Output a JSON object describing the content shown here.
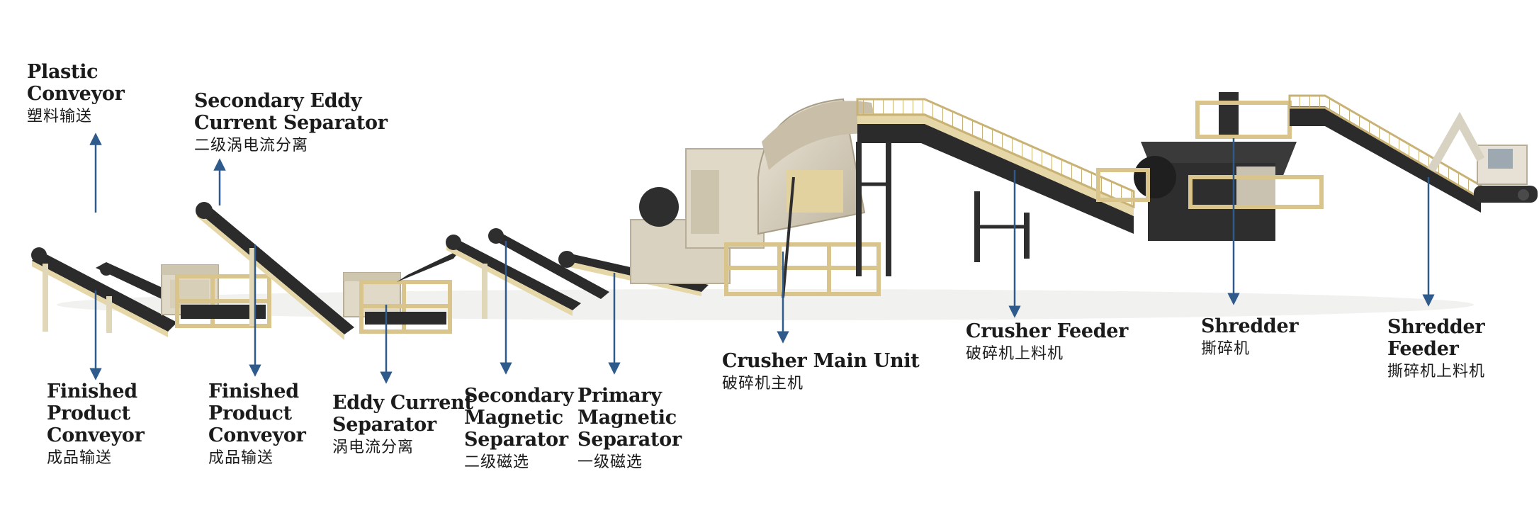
{
  "diagram": {
    "labels": [
      {
        "id": "plastic-conveyor",
        "en": "Plastic\nConveyor",
        "zh": "塑料输送"
      },
      {
        "id": "secondary-eddy-current-separator",
        "en": "Secondary Eddy\nCurrent Separator",
        "zh": "二级涡电流分离"
      },
      {
        "id": "finished-product-conveyor-1",
        "en": "Finished\nProduct\nConveyor",
        "zh": "成品输送"
      },
      {
        "id": "finished-product-conveyor-2",
        "en": "Finished\nProduct\nConveyor",
        "zh": "成品输送"
      },
      {
        "id": "eddy-current-separator",
        "en": "Eddy Current\nSeparator",
        "zh": "涡电流分离"
      },
      {
        "id": "secondary-magnetic-separator",
        "en": "Secondary\nMagnetic\nSeparator",
        "zh": "二级磁选"
      },
      {
        "id": "primary-magnetic-separator",
        "en": "Primary\nMagnetic\nSeparator",
        "zh": "一级磁选"
      },
      {
        "id": "crusher-main-unit",
        "en": "Crusher Main Unit",
        "zh": "破碎机主机"
      },
      {
        "id": "crusher-feeder",
        "en": "Crusher Feeder",
        "zh": "破碎机上料机"
      },
      {
        "id": "shredder",
        "en": "Shredder",
        "zh": "撕碎机"
      },
      {
        "id": "shredder-feeder",
        "en": "Shredder Feeder",
        "zh": "撕碎机上料机"
      }
    ]
  },
  "colors": {
    "arrow": "#2f5a8c",
    "belt": "#2b2b2b",
    "frame": "#e6d7a8",
    "frame_edge": "#b8a46a",
    "machine": "#e0d9c8",
    "machine_dark": "#b8ae98",
    "steel": "#2e2e2e",
    "rail": "#d9c48c"
  }
}
